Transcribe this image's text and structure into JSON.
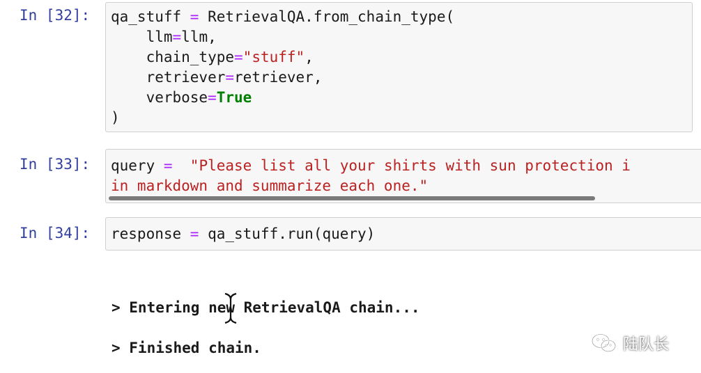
{
  "cells": [
    {
      "prompt": "In [32]:",
      "lines": [
        [
          "qa_stuff ",
          "=",
          " RetrievalQA.from_chain_type("
        ],
        [
          "    llm",
          "=",
          "llm,"
        ],
        [
          "    chain_type",
          "=",
          "\"stuff\"",
          ","
        ],
        [
          "    retriever",
          "=",
          "retriever,"
        ],
        [
          "    verbose",
          "=",
          "True"
        ],
        [
          ")"
        ]
      ]
    },
    {
      "prompt": "In [33]:",
      "line1_var": "query ",
      "line1_op": "=",
      "line1_str": "  \"Please list all your shirts with sun protection i",
      "line2_str": "in markdown and summarize each one.\""
    },
    {
      "prompt": "In [34]:",
      "var": "response ",
      "op": "=",
      "rest": " qa_stuff.run(query)"
    }
  ],
  "output": {
    "line1": "> Entering new RetrievalQA chain...",
    "line2": "> Finished chain."
  },
  "watermark": {
    "text": "陆队长",
    "icon": "wechat-icon"
  },
  "colors": {
    "prompt": "#303f9f",
    "operator": "#aa22ff",
    "string": "#ba2121",
    "keyword": "#008000",
    "cell_bg": "#f7f7f7",
    "cell_border": "#cfcfcf"
  }
}
